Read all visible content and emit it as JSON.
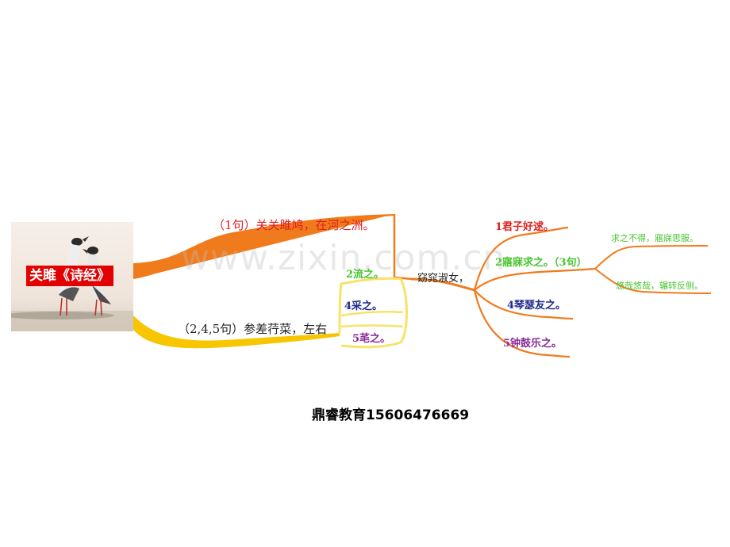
{
  "root": {
    "label": "关雎《诗经》"
  },
  "watermark": "www.zixin.com.cn",
  "footer": "鼎睿教育15606476669",
  "branches": {
    "upper": {
      "text": "（1句）关关雎鸠，在河之洲。"
    },
    "lower": {
      "text": "（2,4,5句）参差荇菜，左右",
      "sub": [
        {
          "num": "2",
          "text": "流之。"
        },
        {
          "num": "4",
          "text": "采之。"
        },
        {
          "num": "5",
          "text": "芼之。"
        }
      ]
    },
    "hub": {
      "text": "窈窕淑女，"
    },
    "right": [
      {
        "num": "1",
        "text": "君子好逑。"
      },
      {
        "num": "2",
        "text": "寤寐求之。（3句）"
      },
      {
        "num": "4",
        "text": "琴瑟友之。"
      },
      {
        "num": "5",
        "text": "钟鼓乐之。"
      }
    ],
    "third": [
      {
        "text": "求之不得，寤寐思服。"
      },
      {
        "text": "悠哉悠哉，辗转反侧。"
      }
    ]
  },
  "colors": {
    "root_bg": "#e30000",
    "orange": "#f07b1c",
    "yellow": "#f7c600",
    "red_text": "#e02020",
    "green_text": "#49c530",
    "navy_text": "#1f2a8a",
    "purple_text": "#8a2a9a"
  }
}
